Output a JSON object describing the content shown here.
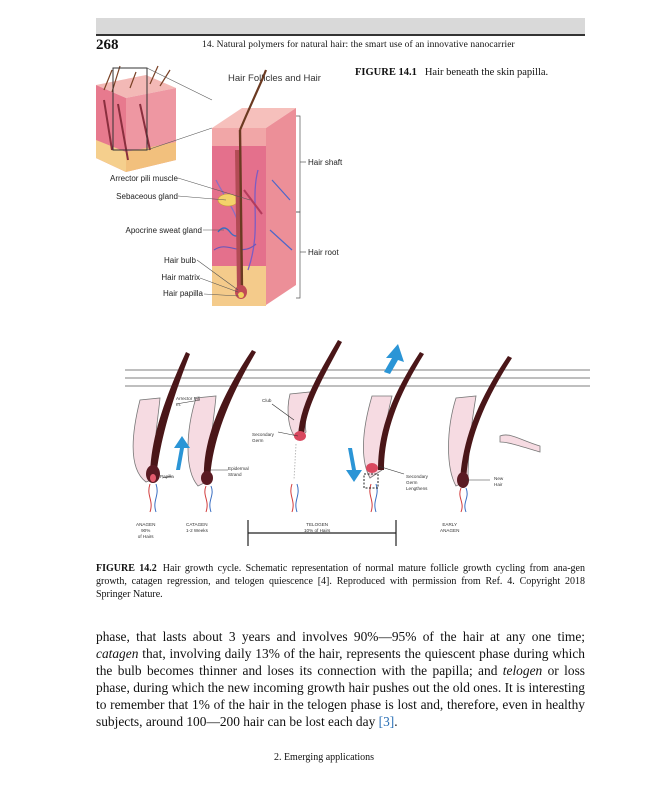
{
  "header": {
    "page_number": "268",
    "running_title": "14. Natural polymers for natural hair: the smart use of an innovative nanocarrier"
  },
  "figure1": {
    "label": "FIGURE 14.1",
    "caption": "Hair beneath the skin papilla.",
    "diagram_title": "Hair Follicles and Hair",
    "labels_left": [
      "Arrector pili muscle",
      "Sebaceous gland",
      "Apocrine sweat gland",
      "Hair bulb",
      "Hair matrix",
      "Hair papilla"
    ],
    "labels_right": [
      "Hair shaft",
      "Hair root"
    ],
    "colors": {
      "skin": "#f0a9a6",
      "dermis": "#e7738e",
      "hair": "#6b3a22",
      "fat": "#f3c88a"
    }
  },
  "figure2": {
    "label": "FIGURE 14.2",
    "caption": "Hair growth cycle. Schematic representation of normal mature follicle growth cycling from ana-gen growth, catagen regression, and telogen quiescence [4]. Reproduced with permission from Ref. 4. Copyright 2018 Springer Nature.",
    "callouts": {
      "arrector": "Arrector Pili\nm.",
      "club": "Club",
      "secondary_germ": "Secondary\nGerm",
      "papilla": "Papilla",
      "epidermal_strand": "Epidermal\nStrand",
      "germ_lengthens": "Secondary\nGerm\nLengthens",
      "new_hair": "New\nHair"
    },
    "phases": {
      "anagen": "ANAGEN\n90%\nof Hairs",
      "catagen": "CATAGEN\n1-2 Weeks",
      "telogen": "TELOGEN\n10% of Hairs",
      "early_anagen": "EARLY\nANAGEN"
    },
    "colors": {
      "hair": "#4a1618",
      "sheath": "#f2c7d2",
      "arrow": "#2b95d6"
    }
  },
  "body": {
    "t1": "phase, that lasts about 3 years and involves 90%—95% of the hair at any one time; ",
    "catagen": "catagen",
    "t2": " that, involving daily 13% of the hair, represents the quiescent phase during which the bulb becomes thinner and loses its connection with the papilla; and ",
    "telogen": "telogen",
    "t3": " or loss phase, during which the new incoming growth hair pushes out the old ones. It is interesting to remember that 1% of the hair in the telogen phase is lost and, therefore, even in healthy subjects, around 100—200 hair can be lost each day ",
    "citation": "[3]",
    "t4": "."
  },
  "footer": {
    "section": "2. Emerging applications"
  }
}
